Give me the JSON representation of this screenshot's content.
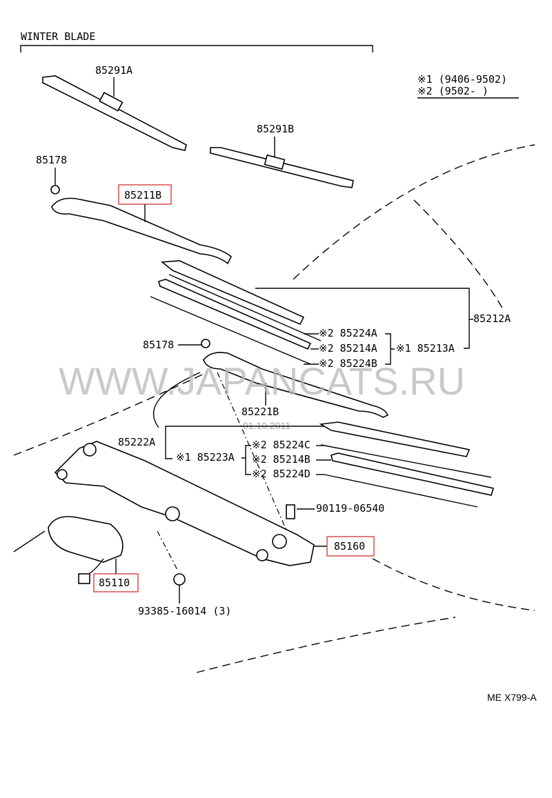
{
  "header": {
    "section_title": "WINTER BLADE"
  },
  "legend": {
    "note1": "※1  (9406-9502)",
    "note2": "※2  (9502-      )"
  },
  "parts": {
    "p85291A": "85291A",
    "p85291B": "85291B",
    "p85178_top": "85178",
    "p85211B": "85211B",
    "p85212A": "85212A",
    "p85224A": "※2  85224A",
    "p85214A": "※2  85214A",
    "p85224B": "※2  85224B",
    "p85213A": "※1  85213A",
    "p85178_mid": "85178",
    "p85221B": "85221B",
    "p85222A": "85222A",
    "p85223A": "※1  85223A",
    "p85224C": "※2  85224C",
    "p85214B": "※2  85214B",
    "p85224D": "※2  85224D",
    "p90119": "90119-06540",
    "p85160": "85160",
    "p85110": "85110",
    "p93385": "93385-16014 (3)"
  },
  "footer": {
    "code": "ME X799-A"
  },
  "watermark": {
    "text": "WWW.JAPANCATS.RU",
    "date": "01.10.2011"
  },
  "colors": {
    "highlight_box": "#d03030"
  }
}
